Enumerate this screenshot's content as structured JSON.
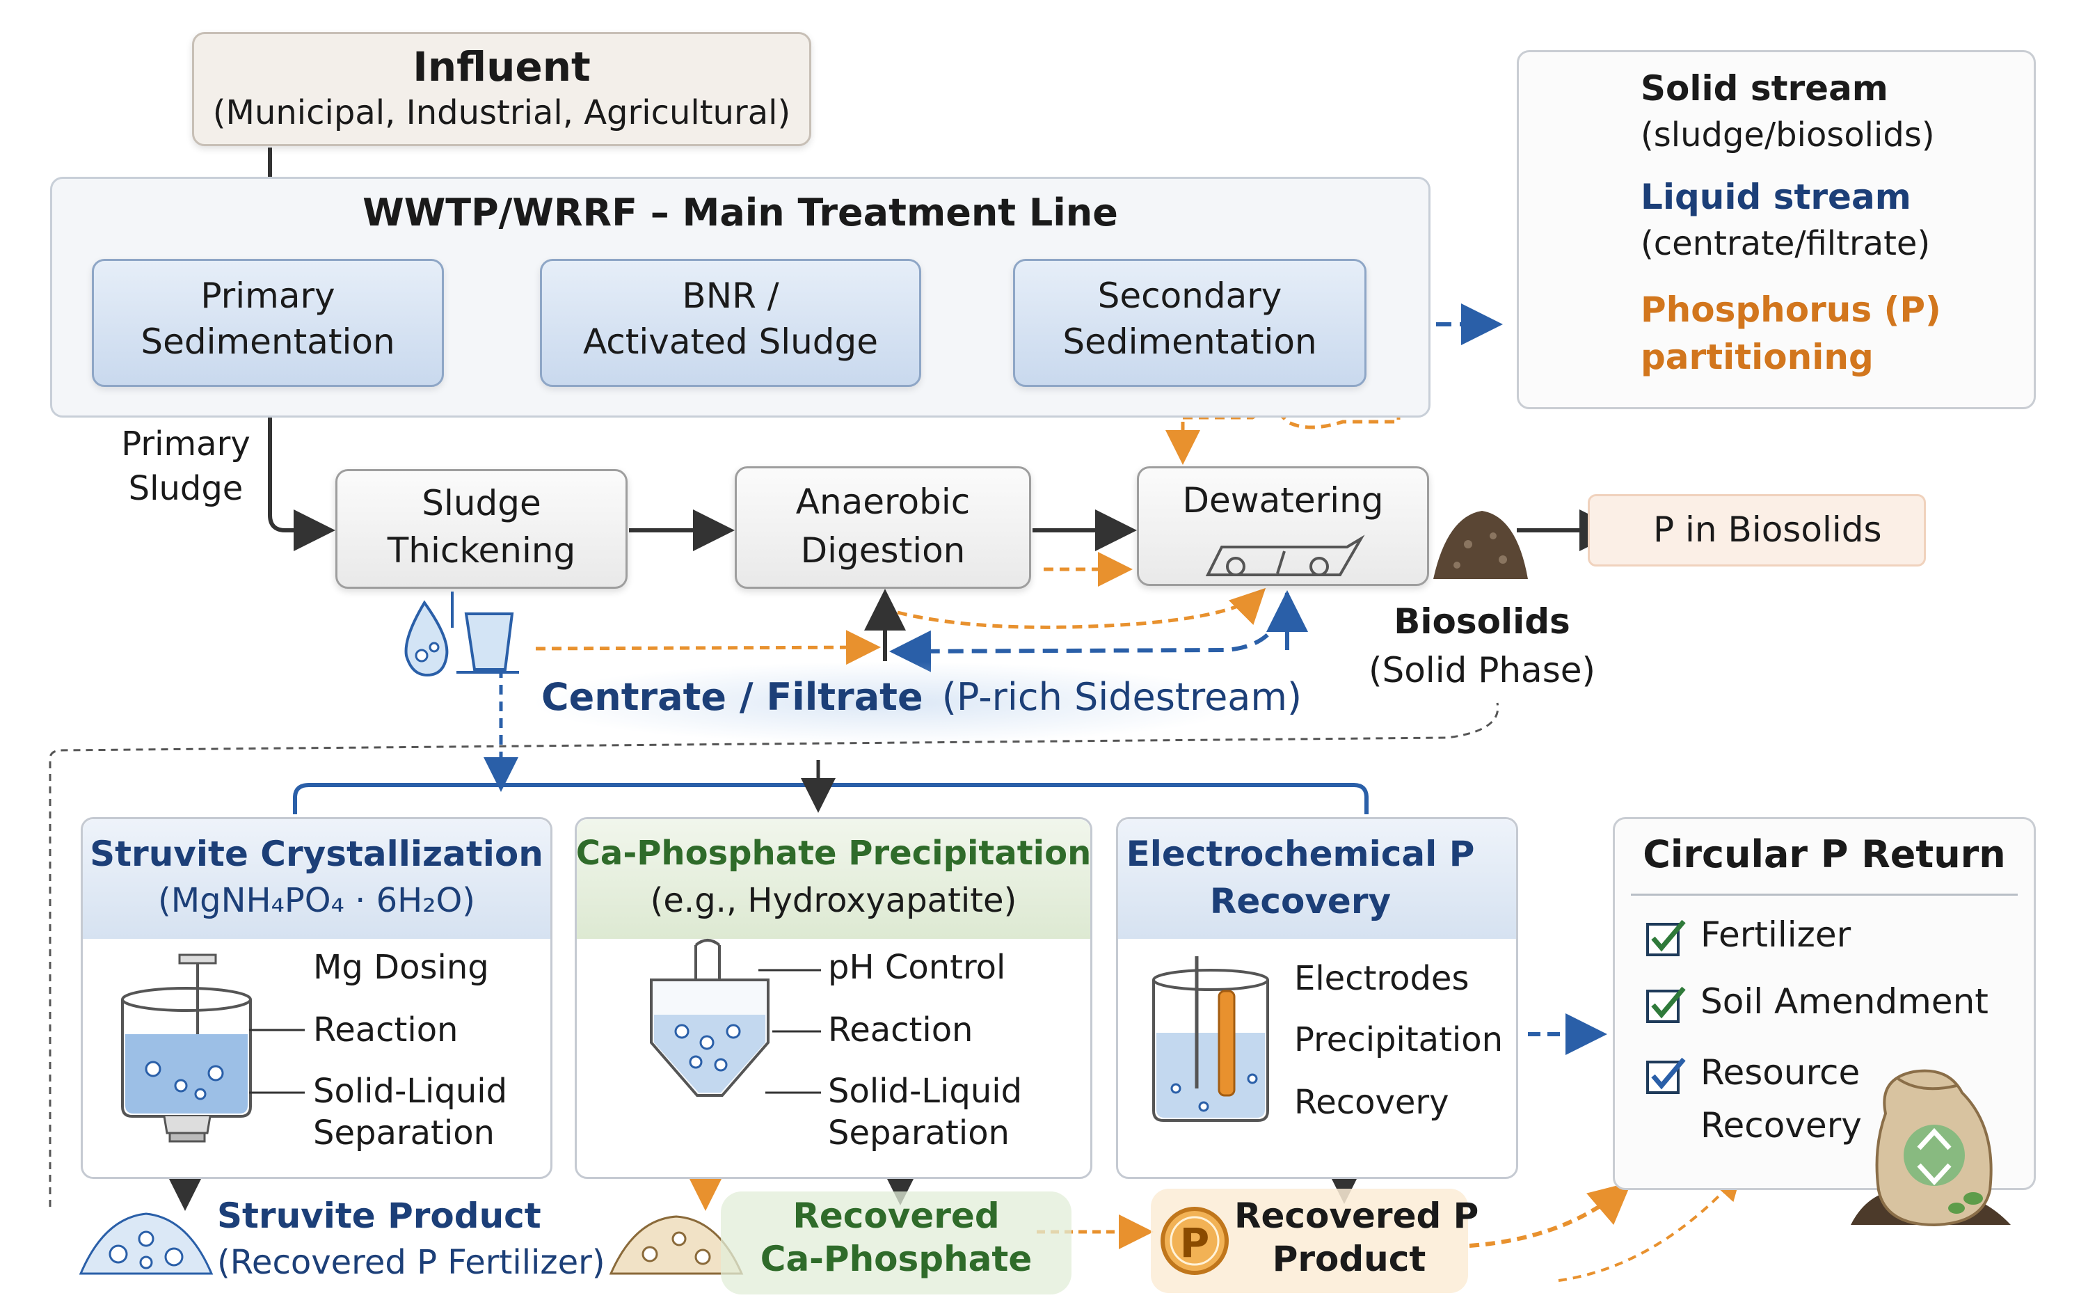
{
  "colors": {
    "solid": "#333333",
    "liquid": "#2a5fa8",
    "phosphorus": "#e8912e",
    "navy_text": "#1c3f78",
    "green_text": "#2f6b2a",
    "orange_text": "#d2761d"
  },
  "influent": {
    "title": "Influent",
    "subtitle": "(Municipal, Industrial, Agricultural)"
  },
  "main_line": {
    "title": "WWTP/WRRF – Main Treatment Line",
    "primary_sedimentation": [
      "Primary",
      "Sedimentation"
    ],
    "bnr": [
      "BNR /",
      "Activated Sludge"
    ],
    "secondary_sedimentation": [
      "Secondary",
      "Sedimentation"
    ]
  },
  "sludge_line": {
    "primary_sludge": [
      "Primary",
      "Sludge"
    ],
    "thickening": [
      "Sludge",
      "Thickening"
    ],
    "digestion": [
      "Anaerobic",
      "Digestion"
    ],
    "dewatering": "Dewatering",
    "biosolids": [
      "Biosolids",
      "(Solid Phase)"
    ],
    "p_in_biosolids": "P in Biosolids"
  },
  "centrate": {
    "bold": "Centrate / Filtrate",
    "rest": "(P-rich Sidestream)"
  },
  "legend": {
    "solid": [
      "Solid stream",
      "(sludge/biosolids)"
    ],
    "liquid": [
      "Liquid stream",
      "(centrate/filtrate)"
    ],
    "phosphorus": [
      "Phosphorus (P)",
      "partitioning"
    ]
  },
  "struvite": {
    "title": "Struvite Crystallization",
    "formula": "(MgNH₄PO₄ · 6H₂O)",
    "steps": [
      "Mg Dosing",
      "Reaction",
      "Solid-Liquid",
      "Separation"
    ],
    "product": [
      "Struvite Product",
      "(Recovered P Fertilizer)"
    ]
  },
  "caphos": {
    "title": "Ca-Phosphate Precipitation",
    "subtitle": "(e.g., Hydroxyapatite)",
    "steps": [
      "pH Control",
      "Reaction",
      "Solid-Liquid",
      "Separation"
    ],
    "product": [
      "Recovered",
      "Ca-Phosphate"
    ]
  },
  "electro": {
    "title": [
      "Electrochemical P",
      "Recovery"
    ],
    "steps": [
      "Electrodes",
      "Precipitation",
      "Recovery"
    ],
    "product": [
      "Recovered P",
      "Product"
    ],
    "badge": "P"
  },
  "circular": {
    "title": "Circular P Return",
    "items": [
      "Fertilizer",
      "Soil Amendment",
      "Resource",
      "Recovery"
    ]
  }
}
